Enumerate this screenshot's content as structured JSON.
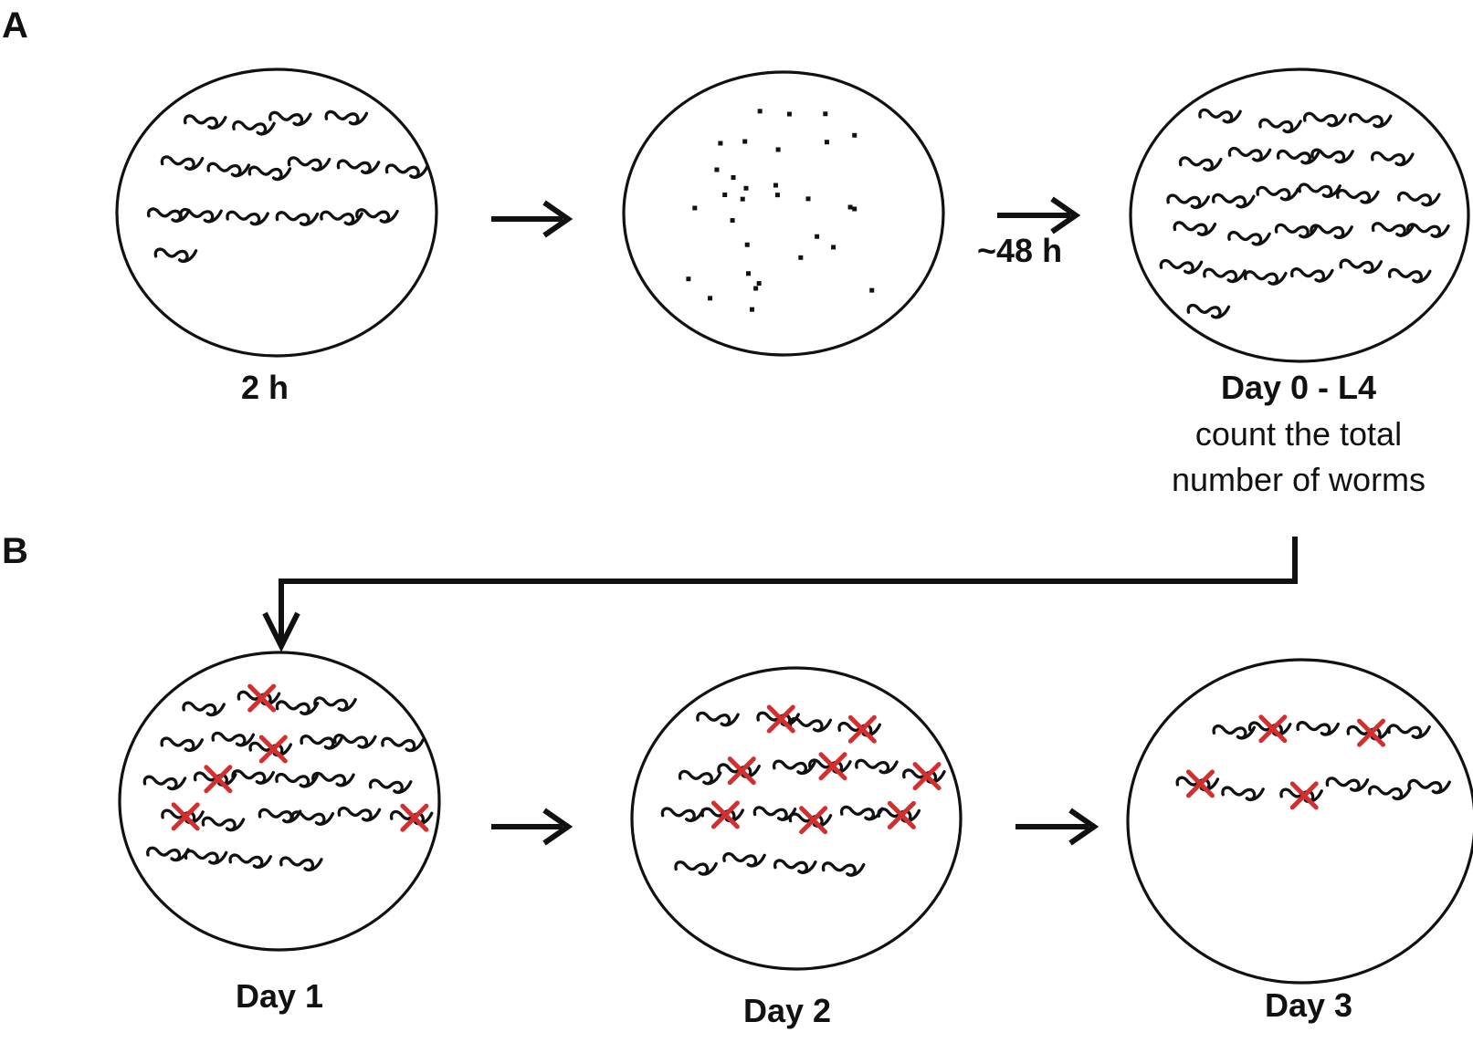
{
  "panels": {
    "a": "A",
    "b": "B"
  },
  "labels": {
    "two_hours": "2 h",
    "forty_eight_hours": "~48 h",
    "day0": "Day 0 - L4",
    "day0_line1": "count the total",
    "day0_line2": "number of worms",
    "day1": "Day 1",
    "day2": "Day 2",
    "day3": "Day 3"
  },
  "plates": {
    "plate1": {
      "icon": "worm-icon",
      "alive": 17,
      "dead": 0
    },
    "plate2": {
      "icon": "egg-dot-icon",
      "eggs": 31
    },
    "plate3": {
      "icon": "worm-icon",
      "alive": 28,
      "dead": 0
    },
    "day1": {
      "icon": "worm-icon",
      "alive": 26,
      "dead": 5
    },
    "day2": {
      "icon": "worm-icon",
      "alive": 20,
      "dead": 8
    },
    "day3": {
      "icon": "worm-icon",
      "alive": 11,
      "dead": 4
    }
  },
  "colors": {
    "ink": "#111111",
    "dead_marker": "#d32f2f"
  }
}
